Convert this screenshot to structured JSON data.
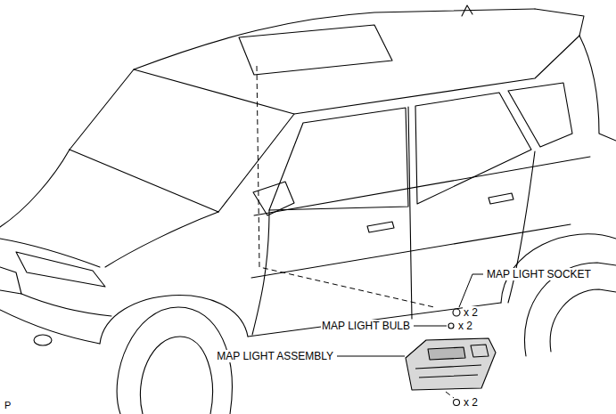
{
  "diagram": {
    "labels": [
      "MAP LIGHT SOCKET",
      "x 2",
      "MAP LIGHT BULB",
      "x 2",
      "MAP LIGHT ASSEMBLY",
      "x 2",
      "P"
    ]
  }
}
